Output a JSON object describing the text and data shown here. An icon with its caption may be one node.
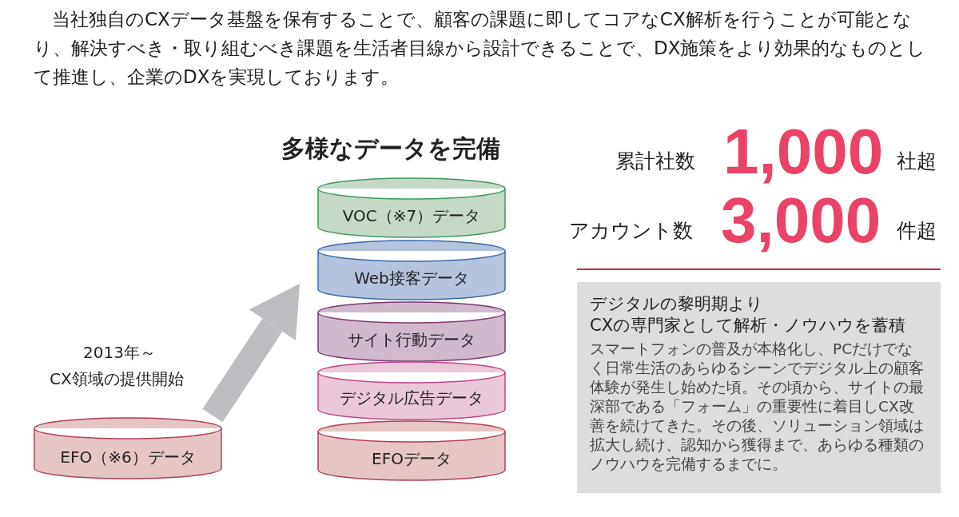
{
  "diagram": {
    "nodes": [
      {
        "text": [
          "VOC（※7）データ"
        ]
      },
      {
        "text": [
          "Web接客データ"
        ]
      },
      {
        "text": [
          "サイト行動データ"
        ]
      },
      {
        "text": [
          "デジタル広告データ"
        ]
      },
      {
        "text": [
          "EFOデータ"
        ]
      },
      {
        "text": [
          "EFO（※6）データ"
        ]
      },
      {
        "text": [
          "デジタルの黎明期より",
          "CXの専門家として解析・ノウハウを蓄積",
          "スマートフォンの普及が本格化し、PCだけでなく日常生活のあらゆるシーンでデジタル上の顧客体験が発生し始めた頃。その頃から、サイトの最深部である「フォーム」の重要性に着目しCX改善を続けてきた。その後、ソリューション領域は拡大し続け、認知から獲得まで、あらゆる種類のノウハウを完備するまでに。"
        ]
      }
    ],
    "edges": [
      {
        "from": 5,
        "to": 2,
        "arrow": "to"
      }
    ],
    "labels": [
      "当社独自のCXデータ基盤を保有することで、顧客の課題に即してコアなCX解析を行うことが可能となり、解決すべき・取り組むべき課題を生活者目線から設計できることで、DX施策をより効果的なものとして推進し、企業のDXを実現しております。",
      "多様なデータを完備",
      "累計社数",
      "1,000",
      "社超",
      "アカウント数",
      "3,000",
      "件超",
      "2013年～",
      "CX領域の提供開始"
    ]
  }
}
